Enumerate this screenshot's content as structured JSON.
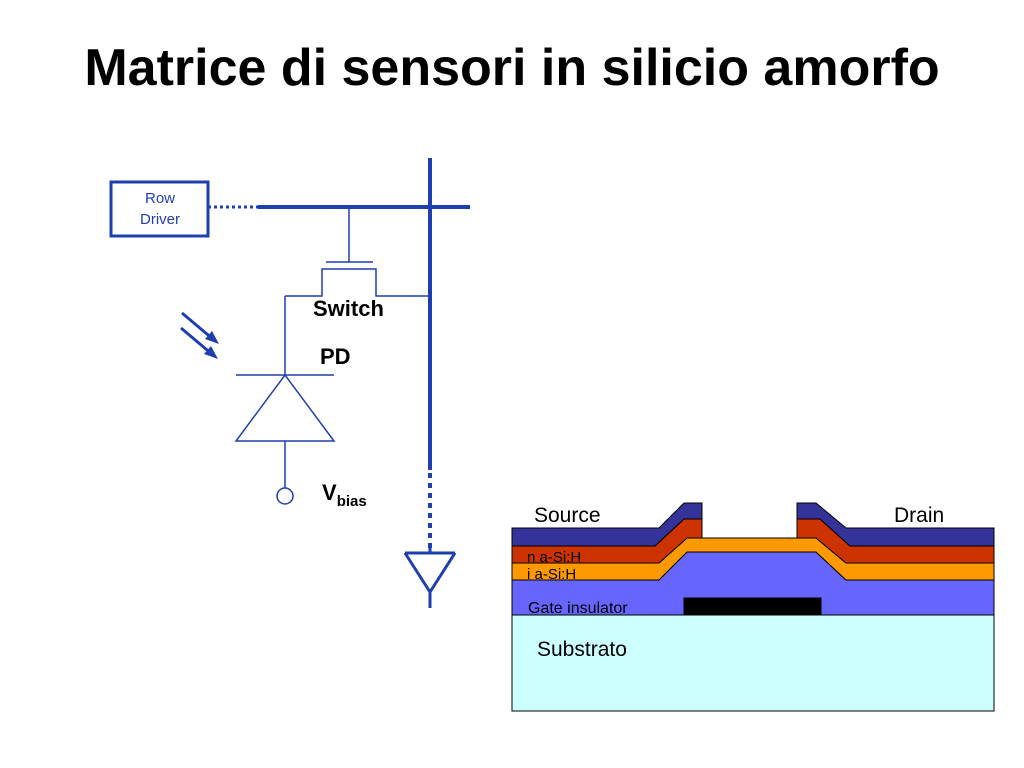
{
  "title": "Matrice di sensori in silicio amorfo",
  "circuit": {
    "row_driver_line1": "Row",
    "row_driver_line2": "Driver",
    "switch_label": "Switch",
    "pd_label": "PD",
    "vbias_main": "V",
    "vbias_sub": "bias"
  },
  "cross_section": {
    "source": "Source",
    "drain": "Drain",
    "n_layer": "n a-Si:H",
    "i_layer": "i a-Si:H",
    "gate_insulator": "Gate insulator",
    "substrate": "Substrato"
  },
  "colors": {
    "wire": "#1f3fae",
    "metal": "#333399",
    "n_layer": "#cc3300",
    "i_layer": "#ff9900",
    "insulator": "#6666ff",
    "gate": "#000000",
    "substrate": "#ccffff"
  }
}
